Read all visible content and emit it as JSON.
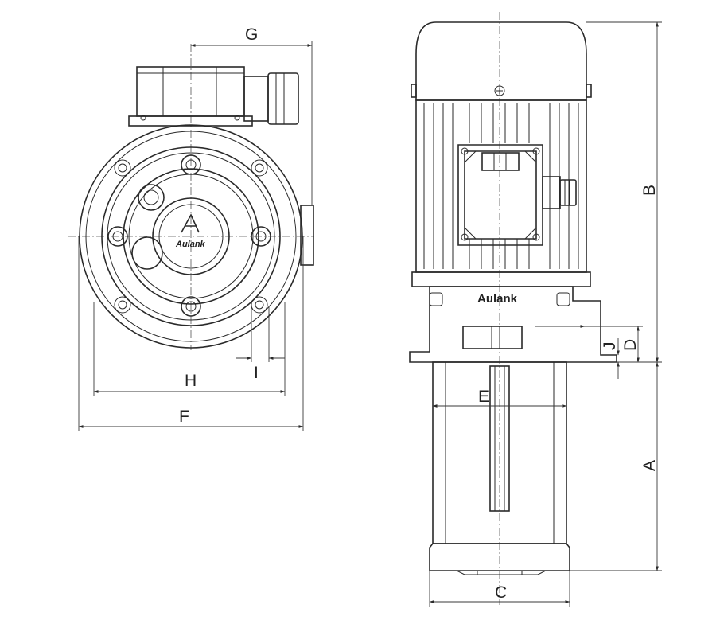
{
  "brand": "Aulank",
  "colors": {
    "line": "#2a2a2a",
    "background": "#ffffff"
  },
  "dimension_labels": {
    "A": "A",
    "B": "B",
    "C": "C",
    "D": "D",
    "E": "E",
    "F": "F",
    "G": "G",
    "H": "H",
    "I": "I",
    "J": "J"
  }
}
